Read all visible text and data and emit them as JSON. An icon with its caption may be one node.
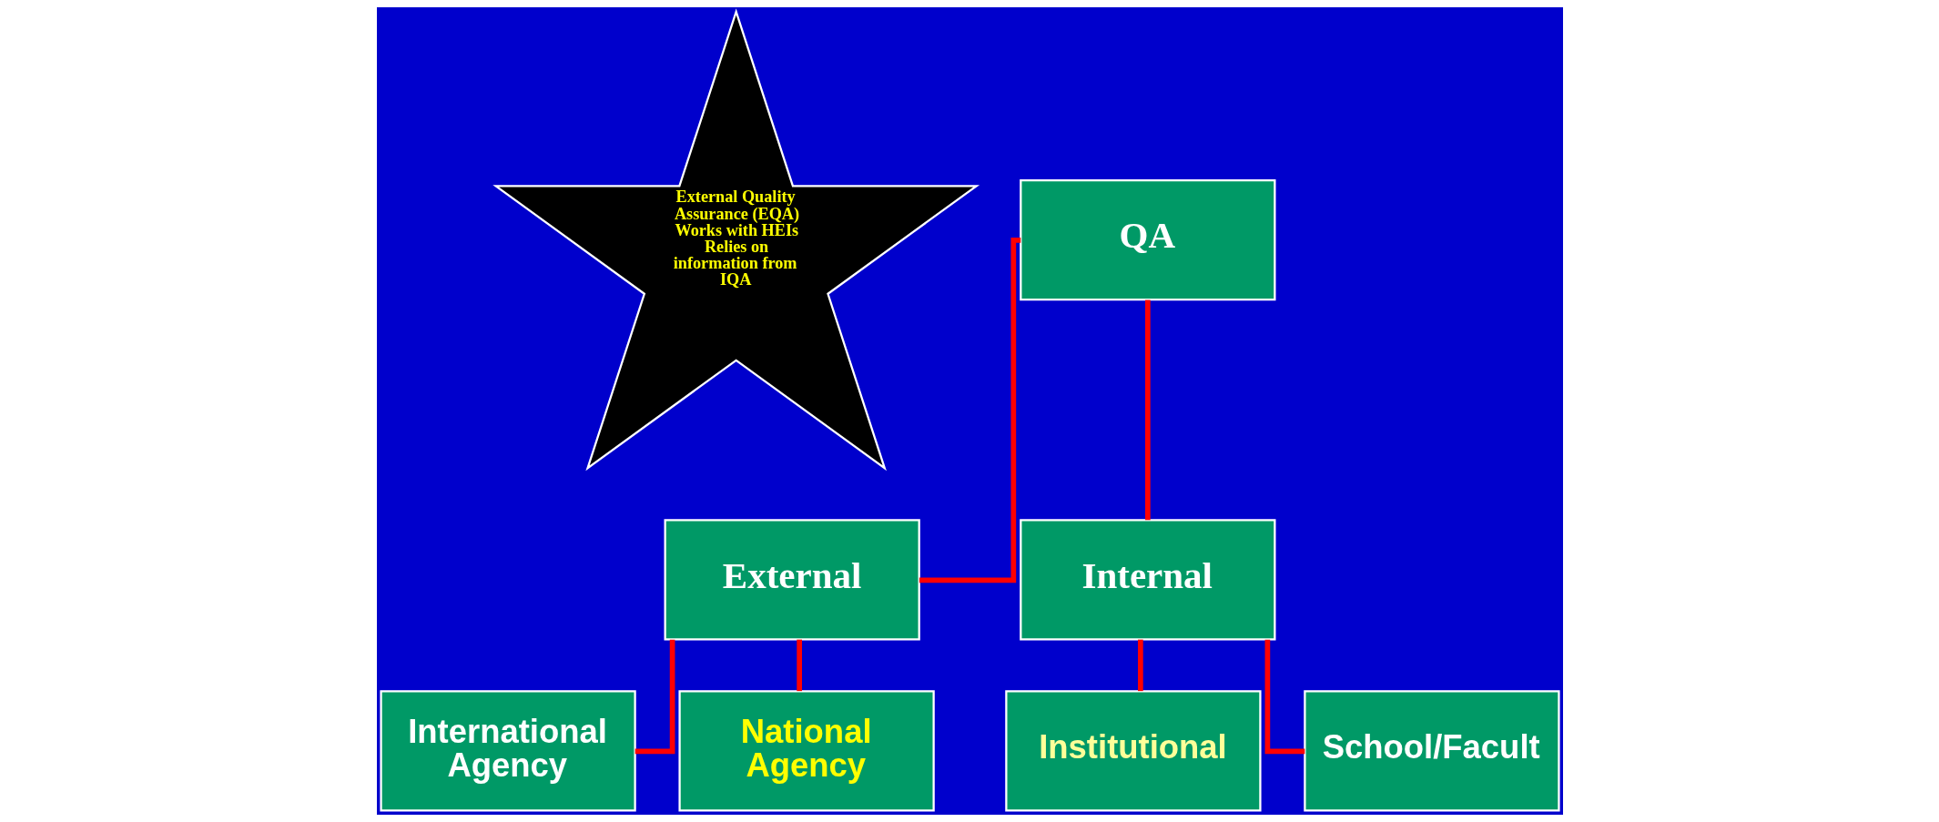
{
  "diagram": {
    "nodes": [
      {
        "text": [
          "External Quality Assurance (EQA) Works with HEIs",
          "Relies on information from IQA"
        ]
      },
      {
        "text": [
          "QA"
        ]
      },
      {
        "text": [
          "External"
        ]
      },
      {
        "text": [
          "Internal"
        ]
      },
      {
        "text": [
          "International Agency"
        ]
      },
      {
        "text": [
          "National Agency"
        ]
      },
      {
        "text": [
          "Institutional"
        ]
      },
      {
        "text": [
          "School/Facult"
        ]
      }
    ],
    "edges": [
      {
        "from": 1,
        "to": 2,
        "arrow": "none"
      },
      {
        "from": 1,
        "to": 3,
        "arrow": "none"
      },
      {
        "from": 2,
        "to": 4,
        "arrow": "none"
      },
      {
        "from": 2,
        "to": 5,
        "arrow": "none"
      },
      {
        "from": 3,
        "to": 6,
        "arrow": "none"
      },
      {
        "from": 3,
        "to": 7,
        "arrow": "none"
      }
    ]
  }
}
